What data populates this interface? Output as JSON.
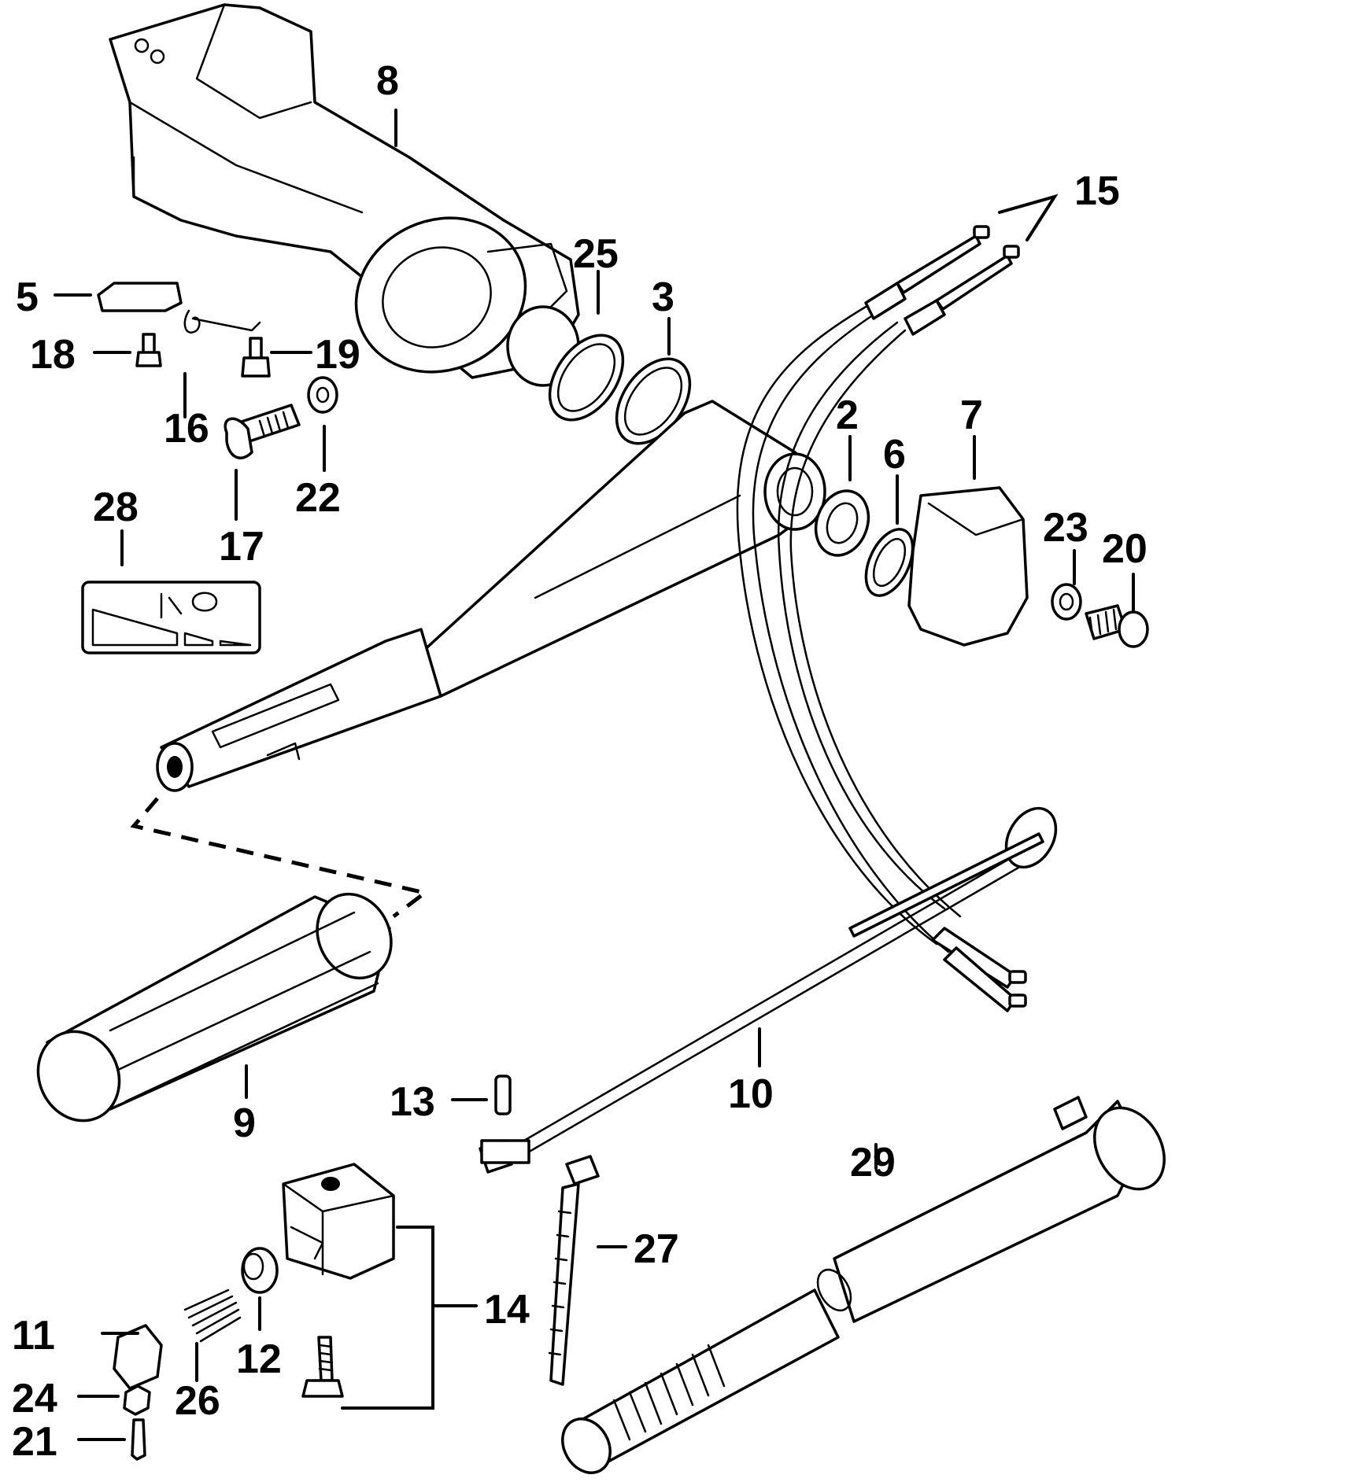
{
  "diagram": {
    "callouts": [
      {
        "id": "2",
        "label": "2"
      },
      {
        "id": "3",
        "label": "3"
      },
      {
        "id": "5",
        "label": "5"
      },
      {
        "id": "6",
        "label": "6"
      },
      {
        "id": "7",
        "label": "7"
      },
      {
        "id": "8",
        "label": "8"
      },
      {
        "id": "9",
        "label": "9"
      },
      {
        "id": "10",
        "label": "10"
      },
      {
        "id": "11",
        "label": "11"
      },
      {
        "id": "12",
        "label": "12"
      },
      {
        "id": "13",
        "label": "13"
      },
      {
        "id": "14",
        "label": "14"
      },
      {
        "id": "15",
        "label": "15"
      },
      {
        "id": "16",
        "label": "16"
      },
      {
        "id": "17",
        "label": "17"
      },
      {
        "id": "18",
        "label": "18"
      },
      {
        "id": "19",
        "label": "19"
      },
      {
        "id": "20",
        "label": "20"
      },
      {
        "id": "21",
        "label": "21"
      },
      {
        "id": "22",
        "label": "22"
      },
      {
        "id": "23",
        "label": "23"
      },
      {
        "id": "24",
        "label": "24"
      },
      {
        "id": "25",
        "label": "25"
      },
      {
        "id": "26",
        "label": "26"
      },
      {
        "id": "27",
        "label": "27"
      },
      {
        "id": "28",
        "label": "28"
      },
      {
        "id": "29",
        "label": "29"
      }
    ]
  }
}
